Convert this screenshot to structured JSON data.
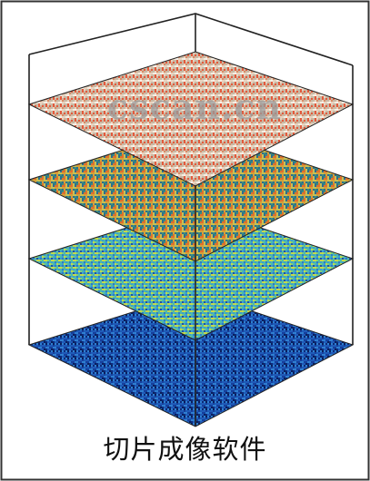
{
  "caption": "切片成像软件",
  "watermark": "cscan.cn",
  "colors": {
    "frame": "#222222",
    "outer_border": "#333333",
    "background": "#ffffff"
  },
  "slices": [
    {
      "name": "slice-1-top",
      "palette": [
        "#f4ede0",
        "#e9d3bf",
        "#d98a66",
        "#e35a3c",
        "#c9b8a4",
        "#f7f2ea"
      ]
    },
    {
      "name": "slice-2",
      "palette": [
        "#3f8f7a",
        "#7fbf6a",
        "#d4a03a",
        "#e0702c",
        "#2a6f8f",
        "#c8c054"
      ]
    },
    {
      "name": "slice-3",
      "palette": [
        "#2f79c8",
        "#4db8b0",
        "#7fd07a",
        "#c6d84a",
        "#1f4fa8",
        "#3aa0d0"
      ]
    },
    {
      "name": "slice-4-bottom",
      "palette": [
        "#0d2a7a",
        "#163f9c",
        "#1f5bb8",
        "#2f7fd0",
        "#4aa2e0",
        "#0a1f5c"
      ]
    }
  ]
}
